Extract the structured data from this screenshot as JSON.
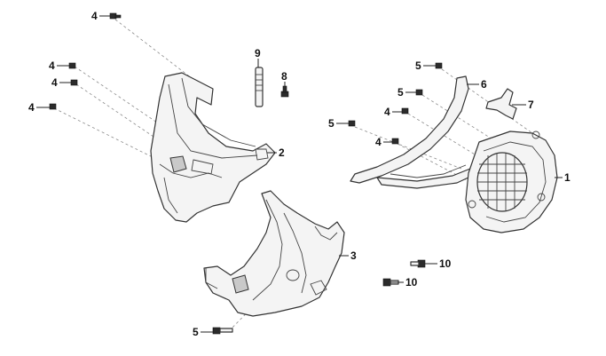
{
  "callouts": {
    "c1": "1",
    "c2": "2",
    "c3": "3",
    "c4a": "4",
    "c4b": "4",
    "c4c": "4",
    "c4d": "4",
    "c4e": "4",
    "c4f": "4",
    "c5a": "5",
    "c5b": "5",
    "c5c": "5",
    "c5d": "5",
    "c6": "6",
    "c7": "7",
    "c8": "8",
    "c9": "9",
    "c10a": "10",
    "c10b": "10"
  }
}
